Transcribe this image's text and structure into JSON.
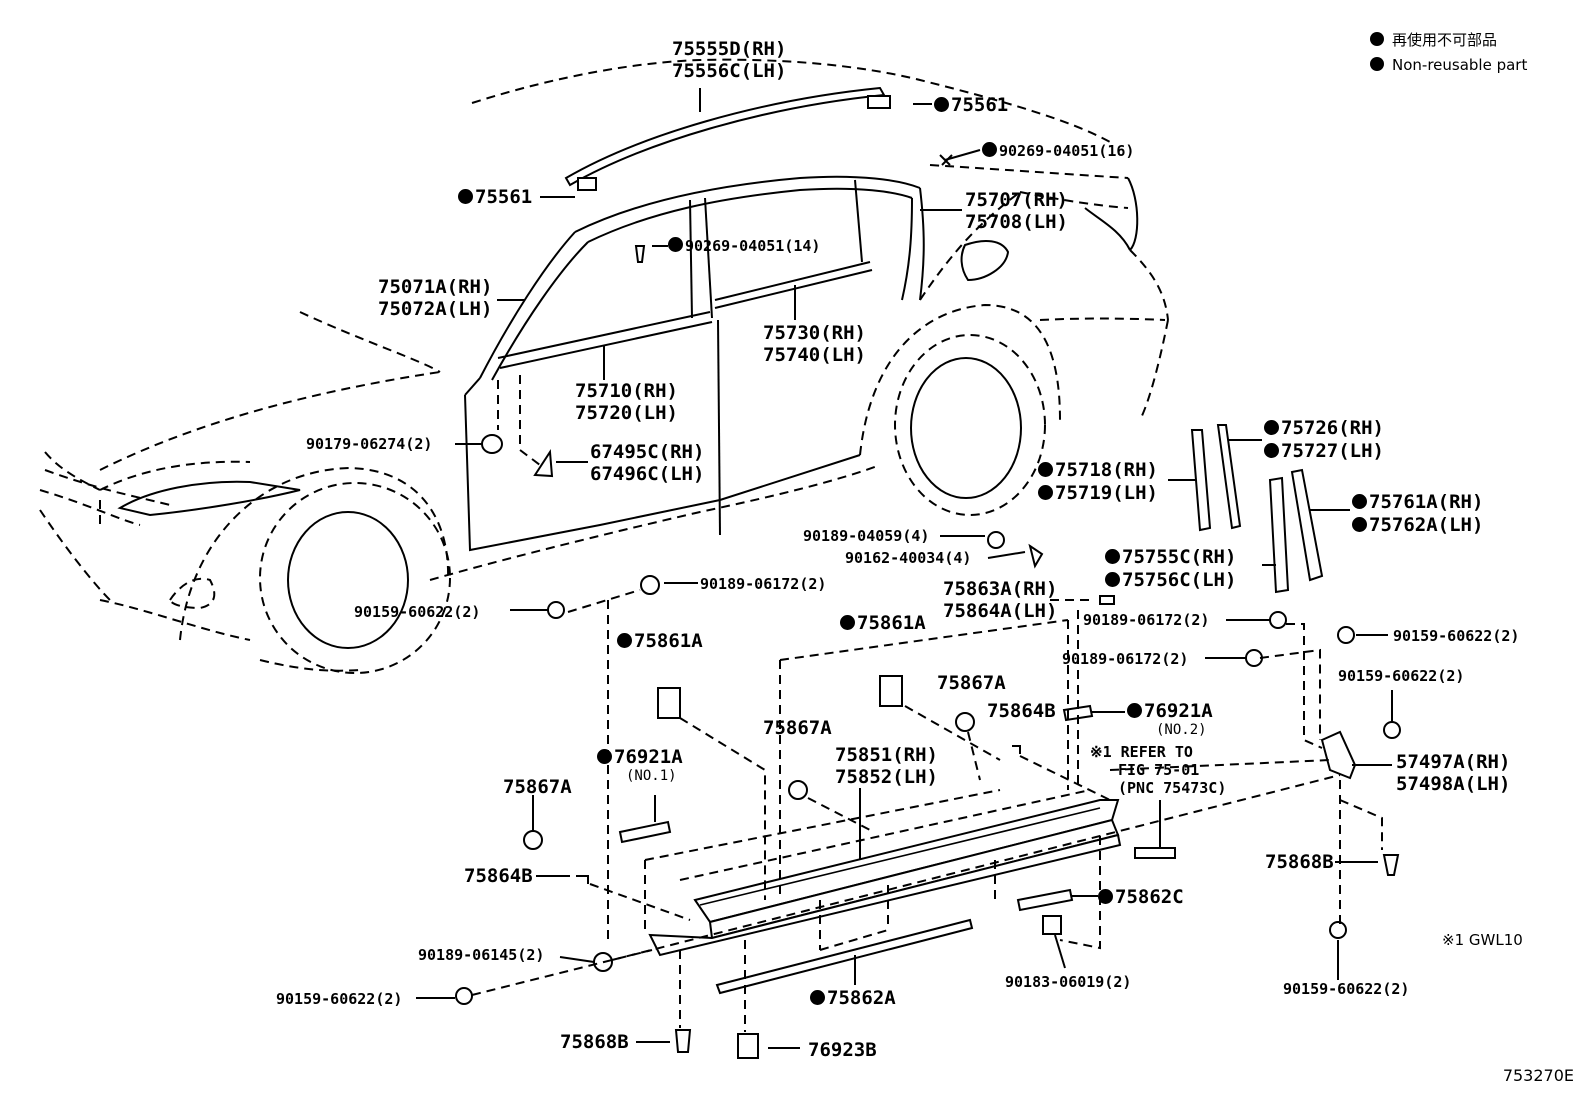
{
  "legend": {
    "jp": "再使用不可部品",
    "en": "Non-reusable part"
  },
  "figure_code": "753270E",
  "note_gwl": "※1 GWL10",
  "labels": {
    "p75555d": "75555D(RH)",
    "p75556c": "75556C(LH)",
    "p75561_top": "75561",
    "p90269_16": "90269-04051(16)",
    "p75561_left": "75561",
    "p75707": "75707(RH)",
    "p75708": "75708(LH)",
    "p90269_14": "90269-04051(14)",
    "p75071a": "75071A(RH)",
    "p75072a": "75072A(LH)",
    "p75730": "75730(RH)",
    "p75740": "75740(LH)",
    "p75710": "75710(RH)",
    "p75720": "75720(LH)",
    "p90179": "90179-06274(2)",
    "p67495c": "67495C(RH)",
    "p67496c": "67496C(LH)",
    "p75726": "75726(RH)",
    "p75727": "75727(LH)",
    "p75718": "75718(RH)",
    "p75719": "75719(LH)",
    "p75761a": "75761A(RH)",
    "p75762a": "75762A(LH)",
    "p90189_04059": "90189-04059(4)",
    "p90162": "90162-40034(4)",
    "p75755c": "75755C(RH)",
    "p75756c": "75756C(LH)",
    "p90189_06172_a": "90189-06172(2)",
    "p75863a": "75863A(RH)",
    "p75864a": "75864A(LH)",
    "p90159_a": "90159-60622(2)",
    "p90189_06172_b": "90189-06172(2)",
    "p90159_b": "90159-60622(2)",
    "p75861a_l": "75861A",
    "p75861a_r": "75861A",
    "p90189_06172_c": "90189-06172(2)",
    "p90159_c": "90159-60622(2)",
    "p75867a_a": "75867A",
    "p75864b_a": "75864B",
    "p76921a_no2": "76921A",
    "no2": "(NO.2)",
    "p75867a_b": "75867A",
    "p75851": "75851(RH)",
    "p75852": "75852(LH)",
    "refer1": "※1 REFER TO",
    "refer2": "FIG 75-01",
    "refer3": "(PNC 75473C)",
    "p57497a": "57497A(RH)",
    "p57498a": "57498A(LH)",
    "p76921a_no1": "76921A",
    "no1": "(NO.1)",
    "p75867a_c": "75867A",
    "p75864b_b": "75864B",
    "p75868b_r": "75868B",
    "p75862c": "75862C",
    "p90189_06145": "90189-06145(2)",
    "p90183": "90183-06019(2)",
    "p90159_d": "90159-60622(2)",
    "p90159_e": "90159-60622(2)",
    "p75862a": "75862A",
    "p75868b_b": "75868B",
    "p76923b": "76923B"
  }
}
